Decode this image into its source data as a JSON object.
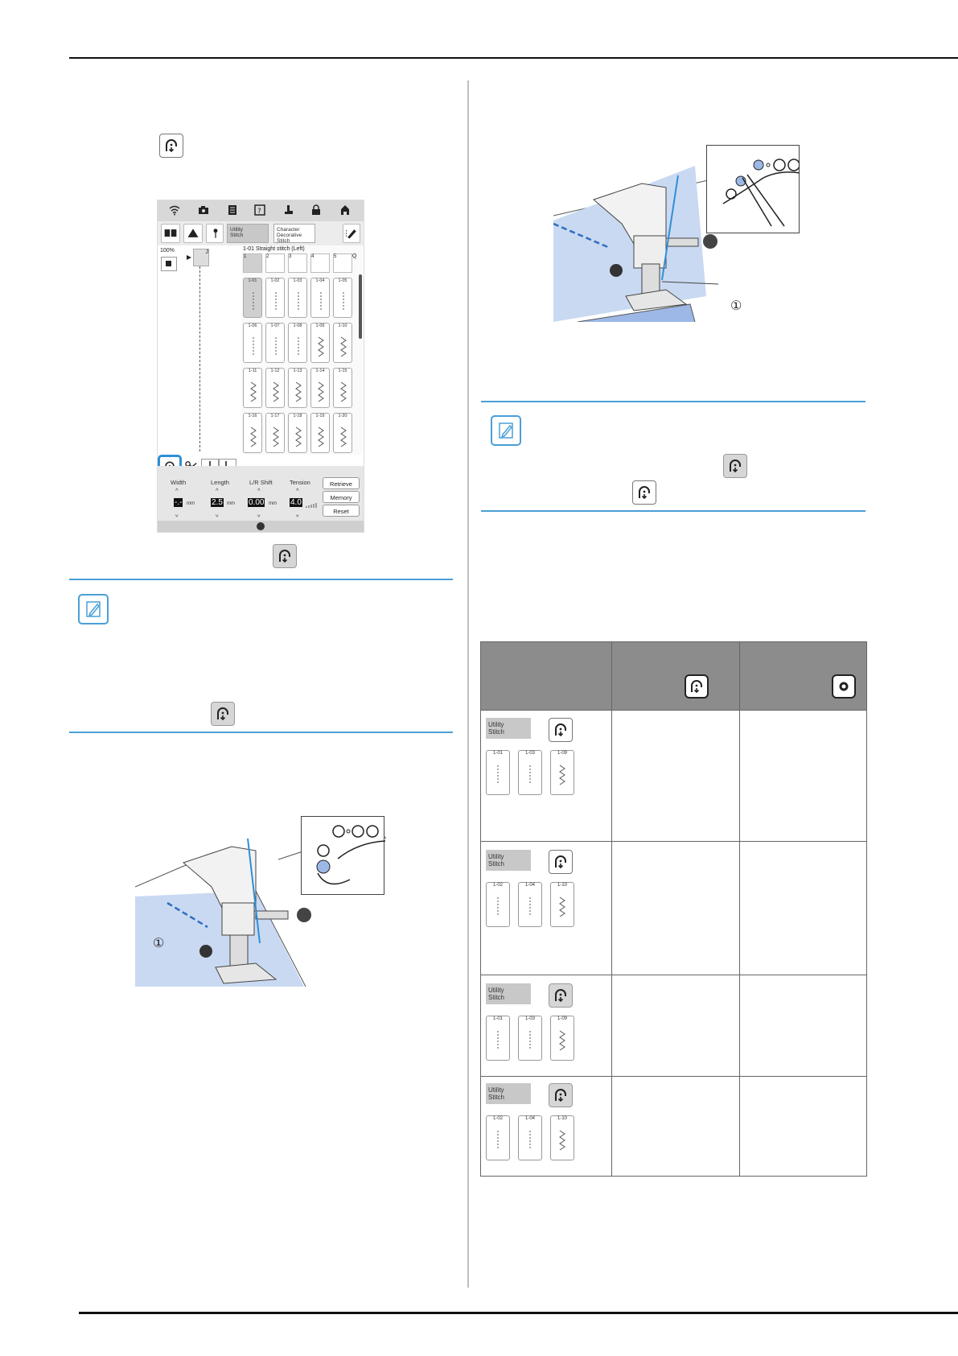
{
  "lcd": {
    "tabs": {
      "utility": "Utility\nStitch",
      "character": "Character\nDecorative\nStitch"
    },
    "zoom": "100%",
    "foot_label": "J",
    "stitch_title": "1-01  Straight stitch (Left)",
    "categories": [
      "1",
      "2",
      "3",
      "4",
      "5"
    ],
    "search_label": "Q",
    "grid": [
      [
        "1-01",
        "1-02",
        "1-03",
        "1-04",
        "1-05"
      ],
      [
        "1-06",
        "1-07",
        "1-08",
        "1-09",
        "1-10"
      ],
      [
        "1-11",
        "1-12",
        "1-13",
        "1-14",
        "1-15"
      ],
      [
        "1-16",
        "1-17",
        "1-18",
        "1-19",
        "1-20"
      ]
    ],
    "settings": {
      "width_label": "Width",
      "width_value": "-.-",
      "width_unit": "mm",
      "length_label": "Length",
      "length_value": "2.5",
      "length_unit": "mm",
      "shift_label": "L/R Shift",
      "shift_value": "0.00",
      "shift_unit": "mm",
      "tension_label": "Tension",
      "tension_value": "4.0"
    },
    "buttons": {
      "retrieve": "Retrieve",
      "memory": "Memory",
      "reset": "Reset"
    }
  },
  "callouts": {
    "left_illustration": "①",
    "right_illustration": "①"
  },
  "table": {
    "rows": [
      {
        "chip": "Utility\nStitch",
        "stitches": [
          "1-01",
          "1-03",
          "1-09"
        ],
        "key_shaded": false
      },
      {
        "chip": "Utility\nStitch",
        "stitches": [
          "1-02",
          "1-04",
          "1-10"
        ],
        "key_shaded": false
      },
      {
        "chip": "Utility\nStitch",
        "stitches": [
          "1-01",
          "1-03",
          "1-09"
        ],
        "key_shaded": true
      },
      {
        "chip": "Utility\nStitch",
        "stitches": [
          "1-02",
          "1-04",
          "1-10"
        ],
        "key_shaded": true
      }
    ]
  },
  "colors": {
    "accent": "#4a9fd6",
    "fabric": "#c9d9f2",
    "table_header": "#8c8c8c"
  }
}
